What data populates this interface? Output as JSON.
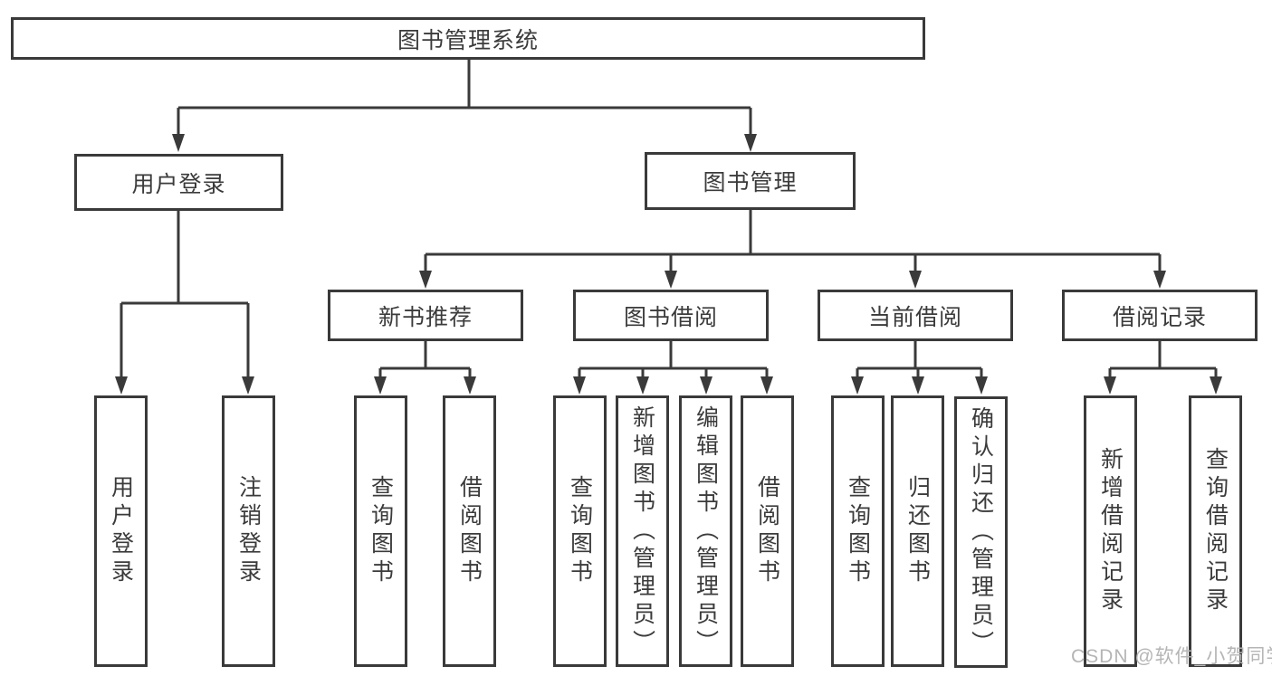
{
  "colors": {
    "line": "#3a3a3a",
    "node_border": "#3a3a3a",
    "text": "#3b3b3b",
    "node_background": "#ffffff",
    "background": "#ffffff",
    "watermark": "#b5b5b5"
  },
  "watermark": {
    "text": "CSDN @软件_小贺同学"
  },
  "tree": {
    "root": {
      "label": "图书管理系统"
    },
    "level2": [
      {
        "label": "用户登录"
      },
      {
        "label": "图书管理"
      }
    ],
    "level3": [
      {
        "label": "新书推荐",
        "parent": "图书管理"
      },
      {
        "label": "图书借阅",
        "parent": "图书管理"
      },
      {
        "label": "当前借阅",
        "parent": "图书管理"
      },
      {
        "label": "借阅记录",
        "parent": "图书管理"
      }
    ],
    "leaves": [
      {
        "label": "用户登录",
        "parent": "用户登录"
      },
      {
        "label": "注销登录",
        "parent": "用户登录"
      },
      {
        "label": "查询图书",
        "parent": "新书推荐"
      },
      {
        "label": "借阅图书",
        "parent": "新书推荐"
      },
      {
        "label": "查询图书",
        "parent": "图书借阅"
      },
      {
        "label": "新增图书（管理员）",
        "parent": "图书借阅"
      },
      {
        "label": "编辑图书（管理员）",
        "parent": "图书借阅"
      },
      {
        "label": "借阅图书",
        "parent": "图书借阅"
      },
      {
        "label": "查询图书",
        "parent": "当前借阅"
      },
      {
        "label": "归还图书",
        "parent": "当前借阅"
      },
      {
        "label": "确认归还（管理员）",
        "parent": "当前借阅"
      },
      {
        "label": "新增借阅记录",
        "parent": "借阅记录"
      },
      {
        "label": "查询借阅记录",
        "parent": "借阅记录"
      }
    ]
  }
}
